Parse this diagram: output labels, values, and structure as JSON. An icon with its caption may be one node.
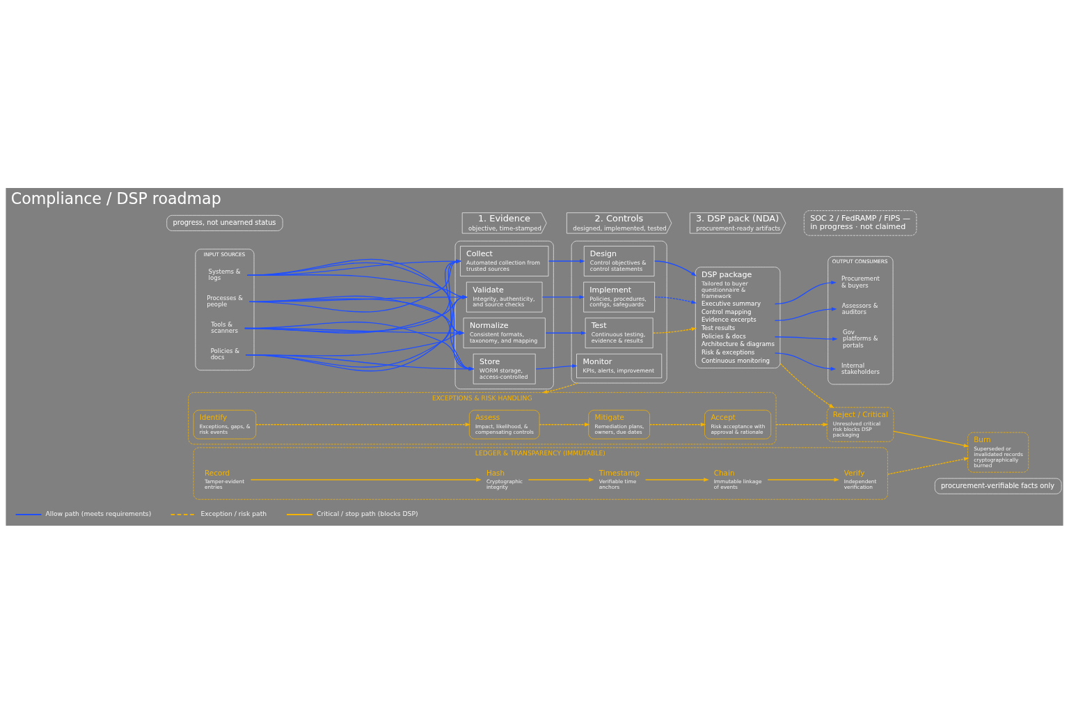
{
  "diagram": {
    "title": "Compliance / DSP roadmap",
    "nodes": [
      {
        "text": [
          "progress, not unearned status"
        ]
      },
      {
        "text": [
          "SOC 2 / FedRAMP / FIPS — in progress · not claimed"
        ]
      },
      {
        "text": [
          "1. Evidence",
          "objective, time-stamped"
        ]
      },
      {
        "text": [
          "2. Controls",
          "designed, implemented, tested"
        ]
      },
      {
        "text": [
          "3. DSP pack (NDA)",
          "procurement-ready artifacts"
        ]
      },
      {
        "text": [
          "INPUT SOURCES"
        ]
      },
      {
        "text": [
          "Systems & logs"
        ],
        "in": 5
      },
      {
        "text": [
          "Processes & people"
        ],
        "in": 5
      },
      {
        "text": [
          "Tools & scanners"
        ],
        "in": 5
      },
      {
        "text": [
          "Policies & docs"
        ],
        "in": 5
      },
      {
        "text": [],
        "shape": "box"
      },
      {
        "text": [
          "Collect",
          "Automated collection from trusted sources"
        ],
        "in": 10
      },
      {
        "text": [
          "Validate",
          "Integrity, authenticity, and source checks"
        ],
        "in": 10
      },
      {
        "text": [
          "Normalize",
          "Consistent formats, taxonomy, and mapping"
        ],
        "in": 10
      },
      {
        "text": [
          "Store",
          "WORM storage, access-controlled"
        ],
        "in": 10
      },
      {
        "text": [],
        "shape": "box"
      },
      {
        "text": [
          "Design",
          "Control objectives & control statements"
        ],
        "in": 15
      },
      {
        "text": [
          "Implement",
          "Policies, procedures, configs, safeguards"
        ],
        "in": 15
      },
      {
        "text": [
          "Test",
          "Continuous testing, evidence & results"
        ],
        "in": 15
      },
      {
        "text": [
          "Monitor",
          "KPIs, alerts, improvement"
        ],
        "in": 15
      },
      {
        "text": [
          "DSP package",
          "Tailored to buyer questionnaire & framework",
          "Executive summary",
          "Control mapping",
          "Evidence excerpts",
          "Test results",
          "Policies & docs",
          "Architecture & diagrams",
          "Risk & exceptions",
          "Continuous monitoring"
        ]
      },
      {
        "text": [
          "OUTPUT CONSUMERS"
        ]
      },
      {
        "text": [
          "Procurement & buyers"
        ],
        "in": 21
      },
      {
        "text": [
          "Assessors & auditors"
        ],
        "in": 21
      },
      {
        "text": [
          "Gov platforms & portals"
        ],
        "in": 21
      },
      {
        "text": [
          "Internal stakeholders"
        ],
        "in": 21
      },
      {
        "text": [
          "EXCEPTIONS & RISK HANDLING"
        ]
      },
      {
        "text": [
          "Identify",
          "Exceptions, gaps, & risk events"
        ],
        "in": 26
      },
      {
        "text": [
          "Assess",
          "Impact, likelihood, & compensating controls"
        ],
        "in": 26
      },
      {
        "text": [
          "Mitigate",
          "Remediation plans, owners, due dates"
        ],
        "in": 26
      },
      {
        "text": [
          "Accept",
          "Risk acceptance with approval & rationale"
        ],
        "in": 26
      },
      {
        "text": [
          "Reject / Critical",
          "Unresolved critical risk blocks DSP packaging"
        ]
      },
      {
        "text": [
          "LEDGER & TRANSPARENCY (IMMUTABLE)"
        ]
      },
      {
        "text": [
          "Record",
          "Tamper-evident entries"
        ],
        "in": 32
      },
      {
        "text": [
          "Hash",
          "Cryptographic integrity"
        ],
        "in": 32
      },
      {
        "text": [
          "Timestamp",
          "Verifiable time anchors"
        ],
        "in": 32
      },
      {
        "text": [
          "Chain",
          "Immutable linkage of events"
        ],
        "in": 32
      },
      {
        "text": [
          "Verify",
          "Independent verification"
        ],
        "in": 32
      },
      {
        "text": [
          "Burn",
          "Superseded or invalidated records cryptographically burned"
        ]
      },
      {
        "text": [
          "procurement-verifiable facts only"
        ]
      }
    ],
    "edges": [
      {
        "from": 6,
        "to": 11,
        "arrow": "to"
      },
      {
        "from": 6,
        "to": 12,
        "arrow": "to"
      },
      {
        "from": 6,
        "to": 13,
        "arrow": "to"
      },
      {
        "from": 6,
        "to": 14,
        "arrow": "to"
      },
      {
        "from": 7,
        "to": 11,
        "arrow": "to"
      },
      {
        "from": 7,
        "to": 12,
        "arrow": "to"
      },
      {
        "from": 7,
        "to": 13,
        "arrow": "to"
      },
      {
        "from": 7,
        "to": 14,
        "arrow": "to"
      },
      {
        "from": 8,
        "to": 11,
        "arrow": "to"
      },
      {
        "from": 8,
        "to": 12,
        "arrow": "to"
      },
      {
        "from": 8,
        "to": 13,
        "arrow": "to"
      },
      {
        "from": 8,
        "to": 14,
        "arrow": "to"
      },
      {
        "from": 9,
        "to": 11,
        "arrow": "to"
      },
      {
        "from": 9,
        "to": 12,
        "arrow": "to"
      },
      {
        "from": 9,
        "to": 13,
        "arrow": "to"
      },
      {
        "from": 9,
        "to": 14,
        "arrow": "to"
      },
      {
        "from": 11,
        "to": 16,
        "arrow": "to"
      },
      {
        "from": 12,
        "to": 17,
        "arrow": "to"
      },
      {
        "from": 13,
        "to": 18,
        "arrow": "to"
      },
      {
        "from": 14,
        "to": 19,
        "arrow": "to"
      },
      {
        "from": 16,
        "to": 20,
        "arrow": "to"
      },
      {
        "from": 17,
        "to": 20,
        "arrow": "to",
        "style": "dashed"
      },
      {
        "from": 18,
        "to": 20,
        "arrow": "to",
        "style": "dashed",
        "color": "#f5b301"
      },
      {
        "from": 20,
        "to": 22,
        "arrow": "to"
      },
      {
        "from": 20,
        "to": 23,
        "arrow": "to"
      },
      {
        "from": 20,
        "to": 24,
        "arrow": "to"
      },
      {
        "from": 20,
        "to": 25,
        "arrow": "to"
      },
      {
        "from": 15,
        "to": 26,
        "arrow": "to",
        "style": "dashed",
        "color": "#f5b301"
      },
      {
        "from": 20,
        "to": 31,
        "arrow": "to",
        "style": "dashed",
        "color": "#f5b301"
      },
      {
        "from": 27,
        "to": 28,
        "arrow": "to",
        "style": "dashed",
        "color": "#f5b301"
      },
      {
        "from": 28,
        "to": 29,
        "arrow": "to",
        "style": "dashed",
        "color": "#f5b301"
      },
      {
        "from": 29,
        "to": 30,
        "arrow": "to",
        "style": "dashed",
        "color": "#f5b301"
      },
      {
        "from": 26,
        "to": 31,
        "arrow": "to",
        "style": "dashed",
        "color": "#f5b301"
      },
      {
        "from": 31,
        "to": 38,
        "arrow": "to",
        "color": "#f5b301"
      },
      {
        "from": 33,
        "to": 34,
        "arrow": "to",
        "color": "#f5b301"
      },
      {
        "from": 34,
        "to": 35,
        "arrow": "to",
        "color": "#f5b301"
      },
      {
        "from": 35,
        "to": 36,
        "arrow": "to",
        "color": "#f5b301"
      },
      {
        "from": 36,
        "to": 37,
        "arrow": "to",
        "color": "#f5b301"
      },
      {
        "from": 32,
        "to": 38,
        "arrow": "to",
        "style": "dashed",
        "color": "#f5b301"
      }
    ],
    "legend": [
      {
        "text": "Allow path (meets requirements)"
      },
      {
        "text": "Exception / risk path"
      },
      {
        "text": "Critical / stop path (blocks DSP)"
      }
    ]
  }
}
